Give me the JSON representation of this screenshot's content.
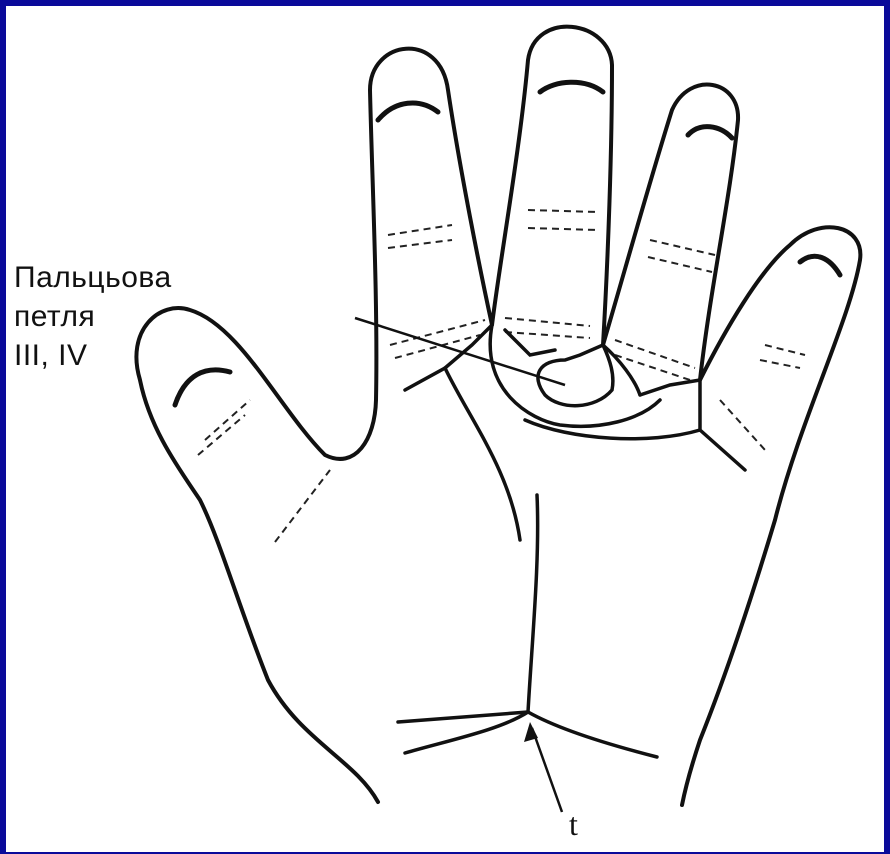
{
  "label": {
    "line1": "Пальцьова",
    "line2": "петля",
    "line3": "III, IV"
  },
  "arrow_label": "t",
  "colors": {
    "frame": "#0a0a9a",
    "background": "#ffffff",
    "ink": "#111111"
  }
}
